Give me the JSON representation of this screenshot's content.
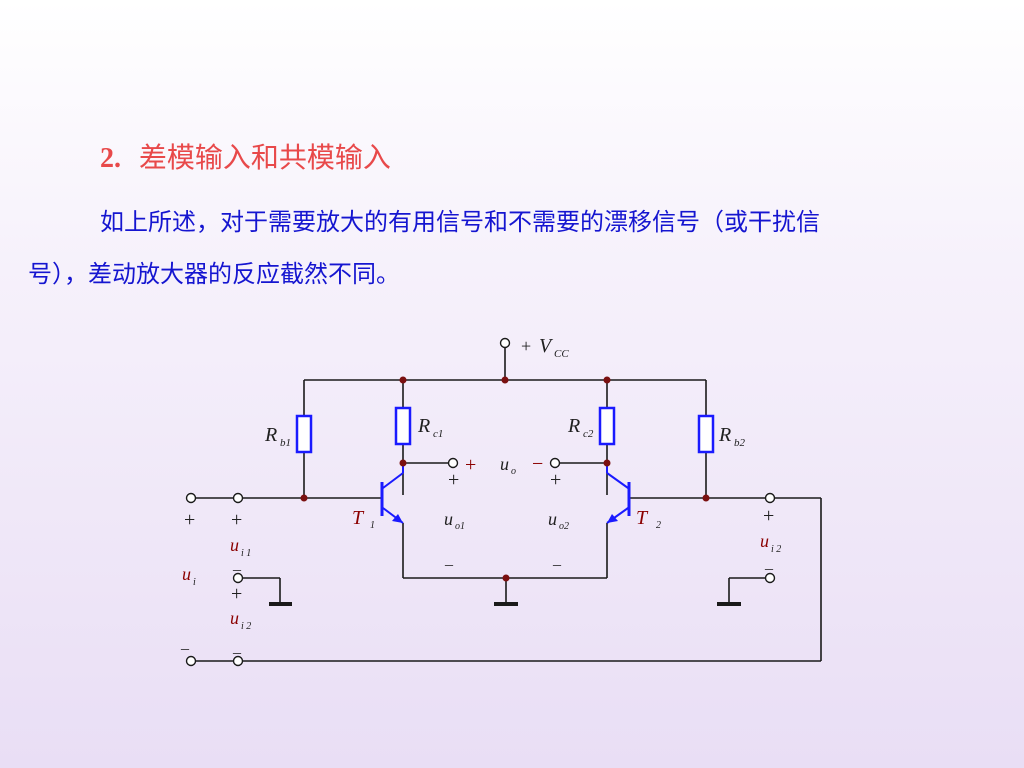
{
  "heading": {
    "number": "2.",
    "title": "差模输入和共模输入"
  },
  "paragraph": {
    "line1": "如上所述，对于需要放大的有用信号和不需要的漂移信号（或干扰信",
    "line2": "号），差动放大器的反应截然不同。"
  },
  "circuit": {
    "supply": {
      "sign": "+",
      "symbol": "V",
      "sub": "CC"
    },
    "rb1": {
      "symbol": "R",
      "sub": "b1"
    },
    "rc1": {
      "symbol": "R",
      "sub": "c1"
    },
    "rc2": {
      "symbol": "R",
      "sub": "c2"
    },
    "rb2": {
      "symbol": "R",
      "sub": "b2"
    },
    "t1": {
      "symbol": "T",
      "sub": "1"
    },
    "t2": {
      "symbol": "T",
      "sub": "2"
    },
    "uo": {
      "symbol": "u",
      "sub": "o",
      "plus": "+",
      "minus": "−"
    },
    "uo1": {
      "symbol": "u",
      "sub": "o1",
      "plus": "+",
      "minus": "_"
    },
    "uo2": {
      "symbol": "u",
      "sub": "o2",
      "plus": "+",
      "minus": "_"
    },
    "ui": {
      "symbol": "u",
      "sub": "i",
      "plus": "+",
      "minus": "_"
    },
    "ui1": {
      "symbol": "u",
      "sub": "i 1",
      "plus": "+",
      "minus": "_"
    },
    "ui2_left": {
      "symbol": "u",
      "sub": "i 2",
      "plus": "+",
      "minus": "_"
    },
    "ui2_right": {
      "symbol": "u",
      "sub": "i 2",
      "plus": "+",
      "minus": "_"
    }
  }
}
